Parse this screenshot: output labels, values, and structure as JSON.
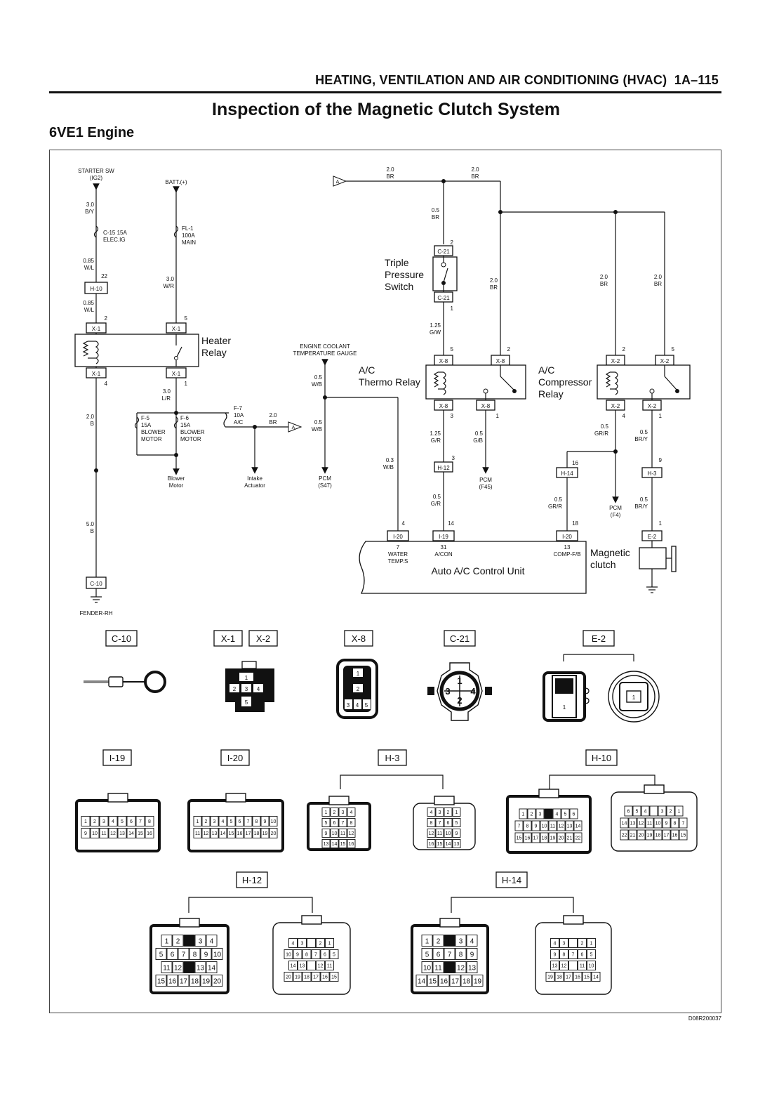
{
  "header": {
    "section": "HEATING, VENTILATION AND AIR CONDITIONING (HVAC)",
    "page": "1A–115"
  },
  "title": "Inspection of the Magnetic Clutch System",
  "subtitle": "6VE1 Engine",
  "figure_code": "D08R200037",
  "colors": {
    "line": "#111111",
    "background": "#ffffff"
  },
  "schematic": {
    "sources": {
      "starter_sw": [
        "STARTER SW",
        "(IG2)"
      ],
      "batt": "BATT.(+)",
      "ground": "FENDER-RH",
      "offpage_ref": "A"
    },
    "fuses": {
      "c15": [
        "C-15 15A",
        "ELEC.IG"
      ],
      "fl1": [
        "FL-1",
        "100A",
        "MAIN"
      ],
      "f5": [
        "F-5",
        "15A",
        "BLOWER",
        "MOTOR"
      ],
      "f6": [
        "F-6",
        "15A",
        "BLOWER",
        "MOTOR"
      ],
      "f7": [
        "F-7",
        "10A",
        "A/C"
      ]
    },
    "wires": {
      "w_30by": [
        "3.0",
        "B/Y"
      ],
      "w_085wl_a": [
        "0.85",
        "W/L"
      ],
      "w_085wl_b": [
        "0.85",
        "W/L"
      ],
      "w_30wr": [
        "3.0",
        "W/R"
      ],
      "w_20b": [
        "2.0",
        "B"
      ],
      "w_50b": [
        "5.0",
        "B"
      ],
      "w_30lr": [
        "3.0",
        "L/R"
      ],
      "w_20br_f7": [
        "2.0",
        "BR"
      ],
      "w_05wb_a": [
        "0.5",
        "W/B"
      ],
      "w_05wb_b": [
        "0.5",
        "W/B"
      ],
      "w_03wb": [
        "0.3",
        "W/B"
      ],
      "w_20br_top1": [
        "2.0",
        "BR"
      ],
      "w_20br_top2": [
        "2.0",
        "BR"
      ],
      "w_05br": [
        "0.5",
        "BR"
      ],
      "w_125gw": [
        "1.25",
        "G/W"
      ],
      "w_20br_thermo": [
        "2.0",
        "BR"
      ],
      "w_20br_comp1": [
        "2.0",
        "BR"
      ],
      "w_20br_comp2": [
        "2.0",
        "BR"
      ],
      "w_125gr": [
        "1.25",
        "G/R"
      ],
      "w_05gb": [
        "0.5",
        "G/B"
      ],
      "w_05gr": [
        "0.5",
        "G/R"
      ],
      "w_05grr_a": [
        "0.5",
        "GR/R"
      ],
      "w_05grr_b": [
        "0.5",
        "GR/R"
      ],
      "w_05bry_a": [
        "0.5",
        "BR/Y"
      ],
      "w_05bry_b": [
        "0.5",
        "BR/Y"
      ]
    },
    "connectors": {
      "h10": "H-10",
      "x1_top": "X-1",
      "x1_bot": "X-1",
      "x1_top2": "X-1",
      "x1_bot2": "X-1",
      "c10": "C-10",
      "c21_top": "C-21",
      "c21_bot": "C-21",
      "x8_a": "X-8",
      "x8_b": "X-8",
      "x8_c": "X-8",
      "x8_d": "X-8",
      "x2_a": "X-2",
      "x2_b": "X-2",
      "x2_c": "X-2",
      "x2_d": "X-2",
      "h12": "H-12",
      "h14": "H-14",
      "h3": "H-3",
      "i20_a": "I-20",
      "i19": "I-19",
      "i20_b": "I-20",
      "e2": "E-2"
    },
    "pins": {
      "p22": "22",
      "p2_x1": "2",
      "p5_x1": "5",
      "p4_x1": "4",
      "p1_x1": "1",
      "p2_c21": "2",
      "p1_c21": "1",
      "p5_x8": "5",
      "p2_x8": "2",
      "p3_x8": "3",
      "p1_x8": "1",
      "p2_x2": "2",
      "p5_x2": "5",
      "p4_x2": "4",
      "p1_x2": "1",
      "p3_h12": "3",
      "p16_h14": "16",
      "p9_h3": "9",
      "p4_i20": "4",
      "p14_i19": "14",
      "p18_i20": "18",
      "p1_e2": "1"
    },
    "components": {
      "heater_relay": [
        "Heater",
        "Relay"
      ],
      "triple_switch": [
        "Triple",
        "Pressure",
        "Switch"
      ],
      "thermo_relay": [
        "A/C",
        "Thermo Relay"
      ],
      "comp_relay": [
        "A/C",
        "Compressor",
        "Relay"
      ],
      "ect_gauge": [
        "ENGINE COOLANT",
        "TEMPERATURE GAUGE"
      ],
      "blower_motor": [
        "Blower",
        "Motor"
      ],
      "intake_actuator": [
        "Intake",
        "Actuator"
      ],
      "pcm_s47": [
        "PCM",
        "(S47)"
      ],
      "pcm_f45": [
        "PCM",
        "(F45)"
      ],
      "pcm_f4": [
        "PCM",
        "(F4)"
      ],
      "control_unit": "Auto A/C Control Unit",
      "magnetic_clutch": [
        "Magnetic",
        "clutch"
      ],
      "cu_pin7": [
        "7",
        "WATER",
        "TEMP.S"
      ],
      "cu_pin31": [
        "31",
        "A/CON"
      ],
      "cu_pin13": [
        "13",
        "COMP-F/B"
      ]
    }
  },
  "connector_views": {
    "c10": "C-10",
    "x1": "X-1",
    "x2": "X-2",
    "x8": "X-8",
    "c21": "C-21",
    "e2": "E-2",
    "i19": "I-19",
    "i20": "I-20",
    "h3": "H-3",
    "h10": "H-10",
    "h12": "H-12",
    "h14": "H-14",
    "x1_pins": [
      "1",
      "2",
      "3",
      "4",
      "5"
    ],
    "x8_pins": [
      "1",
      "2",
      "3",
      "4",
      "5"
    ],
    "c21_pins": [
      "1",
      "2",
      "3",
      "4"
    ],
    "e2_pins": [
      "1",
      "1"
    ],
    "i19_rows": [
      [
        "1",
        "2",
        "3",
        "4",
        "5",
        "6",
        "7",
        "8"
      ],
      [
        "9",
        "10",
        "11",
        "12",
        "13",
        "14",
        "15",
        "16"
      ]
    ],
    "i20_rows": [
      [
        "1",
        "2",
        "3",
        "4",
        "5",
        "6",
        "7",
        "8",
        "9",
        "10"
      ],
      [
        "11",
        "12",
        "13",
        "14",
        "15",
        "16",
        "17",
        "18",
        "19",
        "20"
      ]
    ],
    "h3_left": [
      [
        "1",
        "2",
        "3",
        "4"
      ],
      [
        "5",
        "6",
        "7",
        "8"
      ],
      [
        "9",
        "10",
        "11",
        "12"
      ],
      [
        "13",
        "14",
        "15",
        "16"
      ]
    ],
    "h3_right": [
      [
        "4",
        "3",
        "2",
        "1"
      ],
      [
        "8",
        "7",
        "6",
        "5"
      ],
      [
        "12",
        "11",
        "10",
        "9"
      ],
      [
        "16",
        "15",
        "14",
        "13"
      ]
    ],
    "h10_left": [
      [
        "1",
        "2",
        "3",
        "",
        "4",
        "5",
        "6"
      ],
      [
        "7",
        "8",
        "9",
        "10",
        "11",
        "12",
        "13",
        "14"
      ],
      [
        "15",
        "16",
        "17",
        "18",
        "19",
        "20",
        "21",
        "22"
      ]
    ],
    "h10_right": [
      [
        "6",
        "5",
        "4",
        "",
        "3",
        "2",
        "1"
      ],
      [
        "14",
        "13",
        "12",
        "11",
        "10",
        "9",
        "8",
        "7"
      ],
      [
        "22",
        "21",
        "20",
        "19",
        "18",
        "17",
        "16",
        "15"
      ]
    ],
    "h12_left": [
      [
        "1",
        "2",
        "",
        "3",
        "4"
      ],
      [
        "5",
        "6",
        "7",
        "8",
        "9",
        "10"
      ],
      [
        "11",
        "12",
        "",
        "13",
        "14"
      ],
      [
        "15",
        "16",
        "17",
        "18",
        "19",
        "20"
      ]
    ],
    "h12_right": [
      [
        "4",
        "3",
        "",
        "2",
        "1"
      ],
      [
        "10",
        "9",
        "8",
        "7",
        "6",
        "5"
      ],
      [
        "14",
        "13",
        "",
        "12",
        "11"
      ],
      [
        "20",
        "19",
        "18",
        "17",
        "16",
        "15"
      ]
    ],
    "h14_left": [
      [
        "1",
        "2",
        "",
        "3",
        "4"
      ],
      [
        "5",
        "6",
        "7",
        "8",
        "9"
      ],
      [
        "10",
        "11",
        "",
        "12",
        "13"
      ],
      [
        "14",
        "15",
        "16",
        "17",
        "18",
        "19"
      ]
    ],
    "h14_right": [
      [
        "4",
        "3",
        "",
        "2",
        "1"
      ],
      [
        "9",
        "8",
        "7",
        "6",
        "5"
      ],
      [
        "13",
        "12",
        "",
        "11",
        "10"
      ],
      [
        "19",
        "18",
        "17",
        "16",
        "15",
        "14"
      ]
    ]
  }
}
